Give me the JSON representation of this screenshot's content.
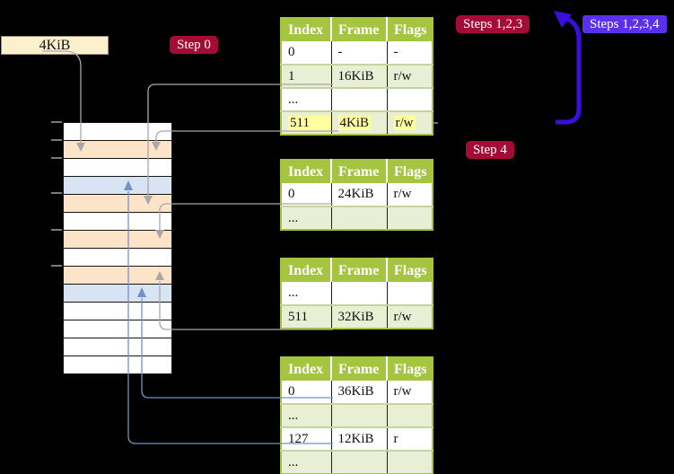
{
  "colors": {
    "background": "#000000",
    "table_header_green": "#a5c43f",
    "table_row_alt": "#e9efd5",
    "highlight_yellow": "#ffff9e",
    "memory_peach": "#fde3c8",
    "memory_blue": "#d8e4f4",
    "badge_red": "#a40c36",
    "badge_blue": "#5a30ee",
    "arrow_blue": "#3b0edd",
    "connector_gray": "#a8a8a8",
    "connector_blue": "#7291c4",
    "frame_box_bg": "#fcf0cd"
  },
  "frame_size_label": "4KiB",
  "badges": {
    "step0": "Step 0",
    "steps123": "Steps 1,2,3",
    "steps1234": "Steps 1,2,3,4",
    "step4": "Step 4"
  },
  "memory": {
    "rows": [
      "white",
      "peach",
      "white",
      "blue",
      "peach",
      "white",
      "peach",
      "white",
      "peach",
      "blue",
      "white",
      "white",
      "white",
      "white"
    ]
  },
  "page_tables": [
    {
      "headers": [
        "Index",
        "Frame",
        "Flags"
      ],
      "rows": [
        {
          "index": "0",
          "frame": "-",
          "flags": "-",
          "alt": false,
          "highlight": false
        },
        {
          "index": "1",
          "frame": "16KiB",
          "flags": "r/w",
          "alt": true,
          "highlight": false
        },
        {
          "index": "...",
          "frame": "",
          "flags": "",
          "alt": false,
          "highlight": false
        },
        {
          "index": "511",
          "frame": "4KiB",
          "flags": "r/w",
          "alt": true,
          "highlight": true
        }
      ]
    },
    {
      "headers": [
        "Index",
        "Frame",
        "Flags"
      ],
      "rows": [
        {
          "index": "0",
          "frame": "24KiB",
          "flags": "r/w",
          "alt": false,
          "highlight": false
        },
        {
          "index": "...",
          "frame": "",
          "flags": "",
          "alt": true,
          "highlight": false
        }
      ]
    },
    {
      "headers": [
        "Index",
        "Frame",
        "Flags"
      ],
      "rows": [
        {
          "index": "...",
          "frame": "",
          "flags": "",
          "alt": false,
          "highlight": false
        },
        {
          "index": "511",
          "frame": "32KiB",
          "flags": "r/w",
          "alt": true,
          "highlight": false
        }
      ]
    },
    {
      "headers": [
        "Index",
        "Frame",
        "Flags"
      ],
      "rows": [
        {
          "index": "0",
          "frame": "36KiB",
          "flags": "r/w",
          "alt": false,
          "highlight": false
        },
        {
          "index": "...",
          "frame": "",
          "flags": "",
          "alt": true,
          "highlight": false
        },
        {
          "index": "127",
          "frame": "12KiB",
          "flags": "r",
          "alt": false,
          "highlight": false
        },
        {
          "index": "...",
          "frame": "",
          "flags": "",
          "alt": true,
          "highlight": false
        }
      ]
    }
  ]
}
